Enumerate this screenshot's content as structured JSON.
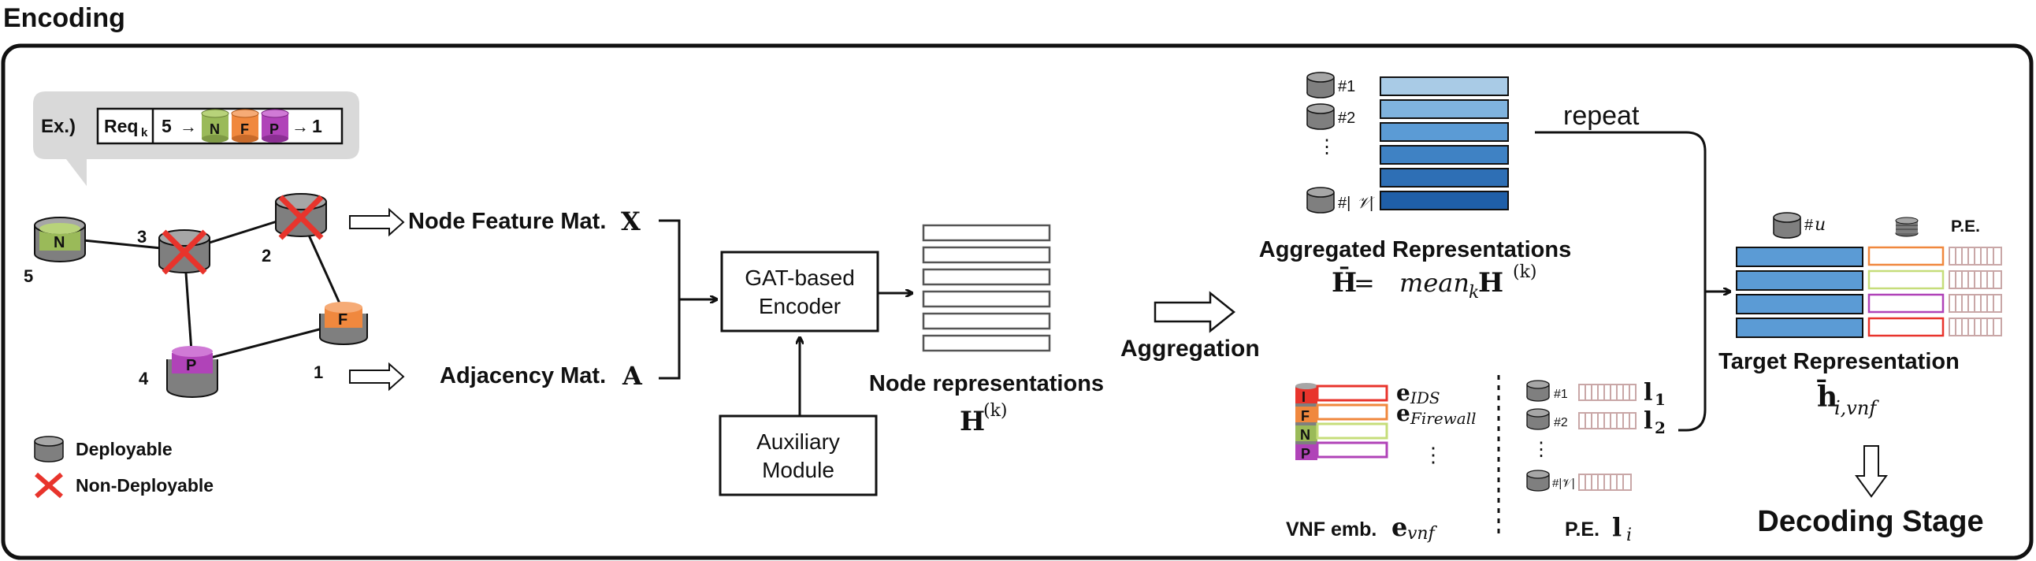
{
  "section_title": "Encoding",
  "example": {
    "prefix": "Ex.)",
    "req_main": "Req",
    "req_sub": "k",
    "start": "5",
    "vnf_n": "N",
    "vnf_f": "F",
    "vnf_p": "P",
    "end": "1"
  },
  "graph_nodes": {
    "n5": "5",
    "n3": "3",
    "n2": "2",
    "n4": "4",
    "n1": "1",
    "n_label": "N",
    "f_label": "F",
    "p_label": "P"
  },
  "legend": {
    "deployable": "Deployable",
    "non_deployable": "Non-Deployable"
  },
  "inputs": {
    "node_feature": "Node Feature Mat.",
    "node_feature_sym": "X",
    "adjacency": "Adjacency Mat.",
    "adjacency_sym": "A"
  },
  "encoder": {
    "line1": "GAT-based",
    "line2": "Encoder"
  },
  "auxiliary": {
    "line1": "Auxiliary",
    "line2": "Module"
  },
  "node_repr": {
    "title": "Node representations",
    "sym": "H",
    "sup": "(k)"
  },
  "aggregation": "Aggregation",
  "aggregated": {
    "idx1": "#1",
    "idx2": "#2",
    "idx_last_pre": "#|",
    "idx_last_v": "𝒱",
    "idx_last_post": "|",
    "title": "Aggregated Representations",
    "f_H": "H̄",
    "f_eq": " = ",
    "f_mean": "mean",
    "f_k": "k",
    "f_H2": " H",
    "f_sup": "(k)",
    "repeat": "repeat"
  },
  "vnf_emb": {
    "letters": [
      "I",
      "F",
      "N",
      "P"
    ],
    "e_main": "e",
    "ids": "IDS",
    "firewall": "Firewall",
    "caption": "VNF emb.",
    "cap_e": "e",
    "cap_sub": "vnf"
  },
  "pos_enc": {
    "idx1": "#1",
    "idx2": "#2",
    "idx_last": "#|𝒱|",
    "l": "l",
    "l1_sub": "1",
    "l2_sub": "2",
    "caption": "P.E.",
    "cap_l": "l",
    "cap_sub": "i"
  },
  "target": {
    "u_hash": "#",
    "u_sym": "u",
    "pe_header": "P.E.",
    "title": "Target Representation",
    "sym": "h̄",
    "sub": "i,vnf"
  },
  "decoding": "Decoding Stage",
  "colors": {
    "blue_light": "#a9cbe6",
    "blue_mid": "#5b9bd5",
    "blue_dark": "#1f5fa8",
    "vnf_green": "#9aba59",
    "vnf_orange": "#f0883e",
    "vnf_purple": "#b043b8",
    "red": "#e8342c",
    "cyl_gray": "#7f7f7f"
  }
}
